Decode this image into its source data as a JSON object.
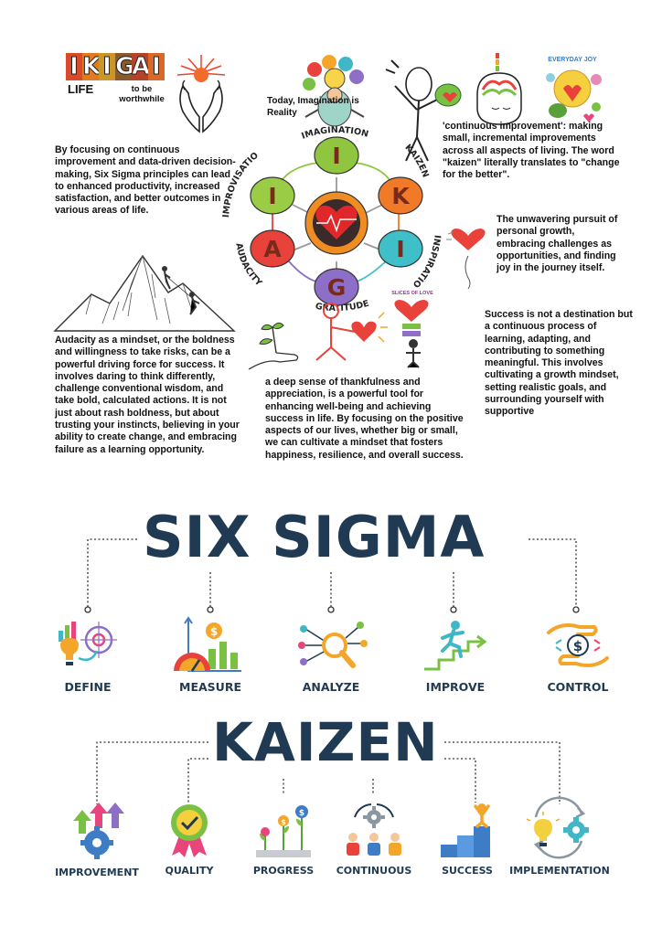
{
  "ikigai_logo": {
    "letters": [
      "I",
      "K",
      "I",
      "G",
      "A",
      "I"
    ],
    "life": "LIFE",
    "worthwhile": "to be worthwhile"
  },
  "imagination_note": "Today, Imagination is Reality",
  "everyday_joy": "EVERYDAY JOY",
  "slices_of_love": "SLICES OF LOVE",
  "wheel": {
    "labels": {
      "imagination": "IMAGINATION",
      "kaizen": "KAIZEN",
      "inspiration": "INSPIRATION",
      "gratitude": "GRATITUDE",
      "audacity": "AUDACITY",
      "improvisation": "IMPROVISATION"
    },
    "letters": {
      "top": "I",
      "top_right": "K",
      "bottom_right": "I",
      "bottom": "G",
      "bottom_left": "A",
      "top_left": "I"
    },
    "colors": {
      "top": "#8fc53f",
      "top_right": "#f07a28",
      "bottom_right": "#3fc0c8",
      "bottom": "#8e6fc8",
      "bottom_left": "#e8423a",
      "top_left": "#9acd45",
      "center": "#f08d22"
    }
  },
  "texts": {
    "six_sigma_intro": "By focusing on continuous improvement and data-driven decision-making, Six Sigma principles can lead to enhanced productivity, increased satisfaction, and better outcomes in various areas of life.",
    "kaizen_def": "'continuous improvement': making small, incremental improvements across all aspects of living. The word \"kaizen\" literally translates to \"change for the better\".",
    "inspiration_def": "The unwavering pursuit of personal growth, embracing challenges as opportunities, and finding joy in the journey itself.",
    "success_def": "Success is not a destination but a continuous process of learning, adapting, and contributing to something meaningful. This involves cultivating a growth mindset, setting realistic goals, and surrounding yourself with supportive",
    "audacity_def": "Audacity as a mindset, or the boldness and willingness to take risks, can be a powerful driving force for success. It involves daring to think differently, challenge conventional wisdom, and take bold, calculated actions. It is not just about rash boldness, but about trusting your instincts, believing in your ability to create change, and embracing failure as a learning opportunity.",
    "gratitude_def": "a deep sense of thankfulness and appreciation, is a powerful tool for enhancing well-being and achieving success in life. By focusing on the positive aspects of our lives, whether big or small, we can cultivate a mindset that fosters happiness, resilience, and overall success."
  },
  "six_sigma": {
    "title": "SIX SIGMA",
    "items": [
      {
        "label": "DEFINE",
        "icon": "target-bulb-icon"
      },
      {
        "label": "MEASURE",
        "icon": "gauge-chart-icon"
      },
      {
        "label": "ANALYZE",
        "icon": "magnifier-network-icon"
      },
      {
        "label": "IMPROVE",
        "icon": "climbing-stairs-icon"
      },
      {
        "label": "CONTROL",
        "icon": "hands-dollar-icon"
      }
    ]
  },
  "kaizen": {
    "title": "KAIZEN",
    "items": [
      {
        "label": "IMPROVEMENT",
        "icon": "gear-arrows-icon"
      },
      {
        "label": "QUALITY",
        "icon": "quality-badge-icon"
      },
      {
        "label": "PROGRESS",
        "icon": "money-plants-icon"
      },
      {
        "label": "CONTINUOUS",
        "icon": "team-gear-icon"
      },
      {
        "label": "SUCCESS",
        "icon": "podium-winner-icon"
      },
      {
        "label": "IMPLEMENTATION",
        "icon": "bulb-gear-cycle-icon"
      }
    ]
  },
  "colors": {
    "navy": "#1f3a52",
    "orange": "#f4a62a",
    "teal": "#3fb7c6",
    "green": "#7ac143",
    "pink": "#e8457c",
    "purple": "#8e6fc8",
    "red": "#e8423a"
  }
}
